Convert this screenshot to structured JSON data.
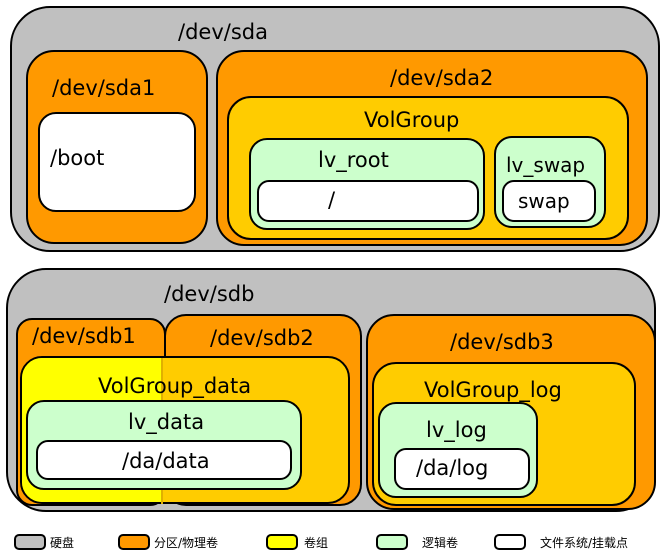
{
  "sda": {
    "label": "/dev/sda",
    "p1": {
      "label": "/dev/sda1",
      "fs": "/boot"
    },
    "p2": {
      "label": "/dev/sda2",
      "vg": "VolGroup",
      "lv_root": {
        "label": "lv_root",
        "fs": "/"
      },
      "lv_swap": {
        "label": "lv_swap",
        "fs": "swap"
      }
    }
  },
  "sdb": {
    "label": "/dev/sdb",
    "p1": "/dev/sdb1",
    "p2": "/dev/sdb2",
    "p3": "/dev/sdb3",
    "vg_data": "VolGroup_data",
    "lv_data": {
      "label": "lv_data",
      "fs": "/da/data"
    },
    "vg_log": "VolGroup_log",
    "lv_log": {
      "label": "lv_log",
      "fs": "/da/log"
    }
  },
  "legend": [
    {
      "label": "硬盘",
      "color": "#c0c0c0"
    },
    {
      "label": "分区/物理卷",
      "color": "#ff9900"
    },
    {
      "label": "卷组",
      "color": "#ffff00"
    },
    {
      "label": "逻辑卷",
      "color": "#ccffcc"
    },
    {
      "label": "文件系统/挂载点",
      "color": "#ffffff"
    }
  ]
}
